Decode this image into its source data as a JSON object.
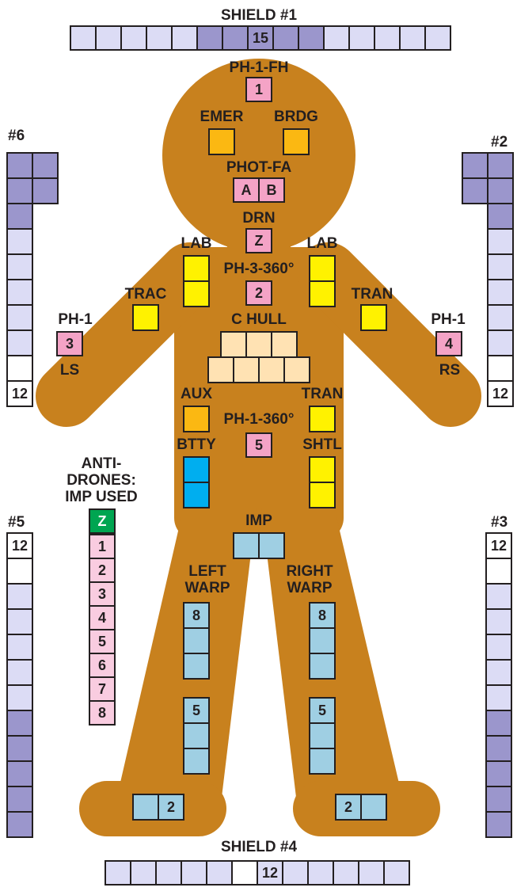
{
  "labels": {
    "shield1": "SHIELD #1",
    "shield2": "#2",
    "shield3": "#3",
    "shield4": "SHIELD #4",
    "shield5": "#5",
    "shield6": "#6",
    "ph1fh": "PH-1-FH",
    "emer": "EMER",
    "brdg": "BRDG",
    "photfa": "PHOT-FA",
    "drn": "DRN",
    "lab_left": "LAB",
    "lab_right": "LAB",
    "ph3": "PH-3-360°",
    "trac": "TRAC",
    "tran_arm": "TRAN",
    "ph1_left": "PH-1",
    "ph1_right": "PH-1",
    "chull": "C HULL",
    "ls": "LS",
    "rs": "RS",
    "aux": "AUX",
    "tran_body": "TRAN",
    "ph1_360": "PH-1-360°",
    "btty": "BTTY",
    "shtl": "SHTL",
    "antidrones": "ANTI-",
    "antidrones2": "DRONES:",
    "impused": "IMP USED",
    "imp": "IMP",
    "left_warp1": "LEFT",
    "left_warp2": "WARP",
    "right_warp1": "RIGHT",
    "right_warp2": "WARP"
  },
  "numbers": {
    "shield1": "15",
    "shield2": "12",
    "shield3": "12",
    "shield4": "12",
    "shield5": "12",
    "shield6": "12",
    "ph1fh": "1",
    "phot_a": "A",
    "phot_b": "B",
    "drn": "Z",
    "ph3": "2",
    "ph1_left": "3",
    "ph1_right": "4",
    "ph1_360": "5",
    "drone_z": "Z",
    "drones": [
      "1",
      "2",
      "3",
      "4",
      "5",
      "6",
      "7",
      "8"
    ],
    "left_warp": [
      "8",
      "5",
      "2"
    ],
    "right_warp": [
      "8",
      "5",
      "2"
    ]
  },
  "colors": {
    "body": "#c8811e",
    "outline": "#231f20",
    "shield_light": "#dcdcf5",
    "shield_dark": "#9b96cc",
    "weapon_pink": "#f4a3c6",
    "control_orange": "#fbb812",
    "lab_yellow": "#fff200",
    "battery_blue": "#00aeef",
    "engine_blue": "#9fcfe3",
    "hull_peach": "#ffe2b3",
    "drone_green": "#00a551"
  }
}
